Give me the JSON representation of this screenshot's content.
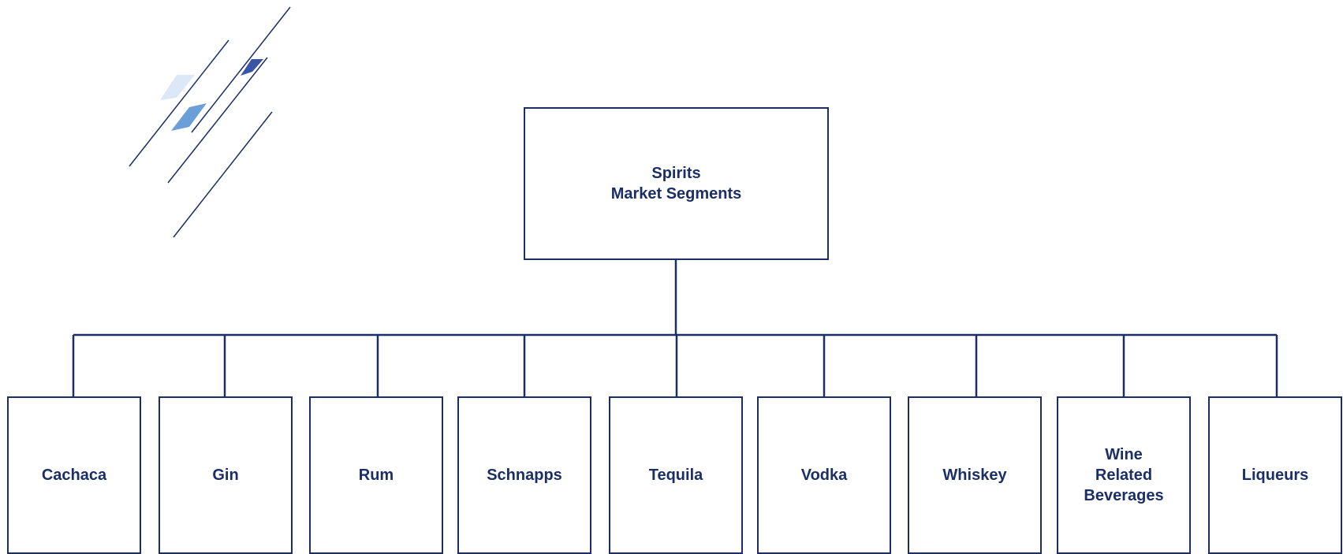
{
  "root": {
    "title": "Spirits\nMarket Segments"
  },
  "segments": [
    {
      "label": "Cachaca"
    },
    {
      "label": "Gin"
    },
    {
      "label": "Rum"
    },
    {
      "label": "Schnapps"
    },
    {
      "label": "Tequila"
    },
    {
      "label": "Vodka"
    },
    {
      "label": "Whiskey"
    },
    {
      "label": "Wine\nRelated\nBeverages"
    },
    {
      "label": "Liqueurs"
    }
  ],
  "colors": {
    "line": "#1b2f66",
    "decor_light": "#dce8f8",
    "decor_mid": "#6a9fd8",
    "decor_dark": "#3a55a8"
  }
}
